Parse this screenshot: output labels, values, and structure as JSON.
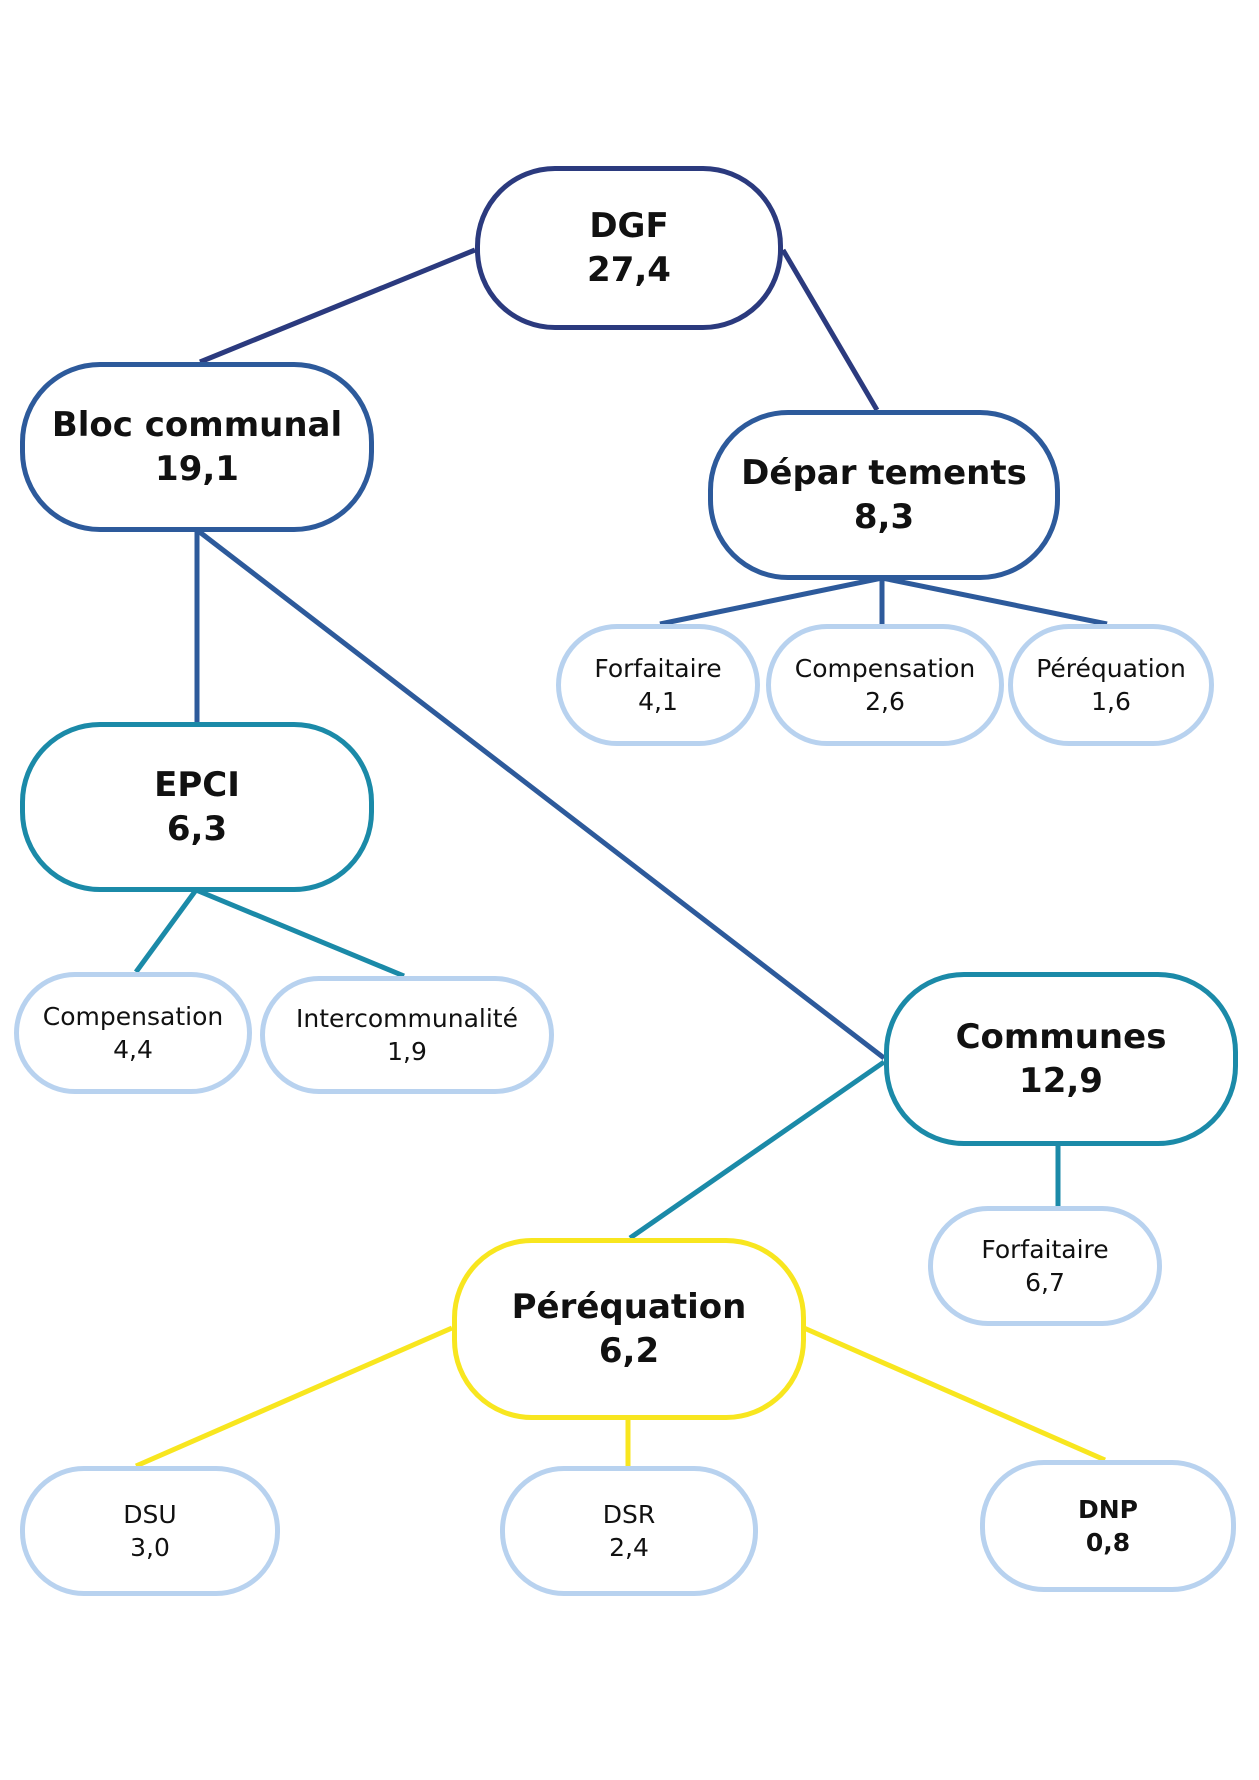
{
  "diagram": {
    "title": "DGF",
    "colors": {
      "root": "#2b3a7e",
      "level_blue": "#2d5a9b",
      "level_teal": "#1b8aa8",
      "perequation": "#f8e61f",
      "leaf": "#b8d2ef"
    },
    "nodes": {
      "dgf": {
        "label": "DGF",
        "value": "27,4"
      },
      "bloc": {
        "label": "Bloc communal",
        "value": "19,1"
      },
      "dep": {
        "label": "Dépar tements",
        "value": "8,3"
      },
      "dep_forf": {
        "label": "Forfaitaire",
        "value": "4,1"
      },
      "dep_comp": {
        "label": "Compensation",
        "value": "2,6"
      },
      "dep_pereq": {
        "label": "Péréquation",
        "value": "1,6"
      },
      "epci": {
        "label": "EPCI",
        "value": "6,3"
      },
      "epci_comp": {
        "label": "Compensation",
        "value": "4,4"
      },
      "epci_inter": {
        "label": "Intercommunalité",
        "value": "1,9"
      },
      "communes": {
        "label": "Communes",
        "value": "12,9"
      },
      "com_forf": {
        "label": "Forfaitaire",
        "value": "6,7"
      },
      "pereq": {
        "label": "Péréquation",
        "value": "6,2"
      },
      "dsu": {
        "label": "DSU",
        "value": "3,0"
      },
      "dsr": {
        "label": "DSR",
        "value": "2,4"
      },
      "dnp": {
        "label": "DNP",
        "value": "0,8"
      }
    },
    "edges": [
      {
        "from": "dgf",
        "to": "bloc",
        "color": "root"
      },
      {
        "from": "dgf",
        "to": "dep",
        "color": "root"
      },
      {
        "from": "dep",
        "to": "dep_forf",
        "color": "level_blue"
      },
      {
        "from": "dep",
        "to": "dep_comp",
        "color": "level_blue"
      },
      {
        "from": "dep",
        "to": "dep_pereq",
        "color": "level_blue"
      },
      {
        "from": "bloc",
        "to": "epci",
        "color": "level_blue"
      },
      {
        "from": "bloc",
        "to": "communes",
        "color": "level_blue"
      },
      {
        "from": "epci",
        "to": "epci_comp",
        "color": "level_teal"
      },
      {
        "from": "epci",
        "to": "epci_inter",
        "color": "level_teal"
      },
      {
        "from": "communes",
        "to": "com_forf",
        "color": "level_teal"
      },
      {
        "from": "communes",
        "to": "pereq",
        "color": "level_teal"
      },
      {
        "from": "pereq",
        "to": "dsu",
        "color": "perequation"
      },
      {
        "from": "pereq",
        "to": "dsr",
        "color": "perequation"
      },
      {
        "from": "pereq",
        "to": "dnp",
        "color": "perequation"
      }
    ]
  }
}
